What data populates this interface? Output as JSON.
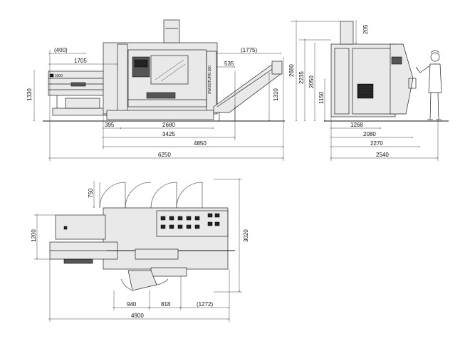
{
  "side_view": {
    "dims": {
      "d400": "(400)",
      "d1705": "1705",
      "d1775": "(1775)",
      "d535": "535",
      "d1330": "1330",
      "d1310": "1310",
      "d395": "395",
      "d2680": "2680",
      "d3425": "3425",
      "d4850": "4850",
      "d6250": "6250"
    },
    "machine_label": "SWISSTURN 180",
    "bar_label": "B 1000"
  },
  "end_view": {
    "dims": {
      "d205": "205",
      "d2680": "2680",
      "d2235": "2235",
      "d2050": "2050",
      "d1150": "1150",
      "d1268": "1268",
      "d2080": "2080",
      "d2270": "2270",
      "d2540": "2540"
    }
  },
  "plan_view": {
    "dims": {
      "d750": "750",
      "d1200": "1200",
      "d3020": "3020",
      "d940": "940",
      "d818": "818",
      "d1272": "(1272)",
      "d4900": "4900"
    }
  }
}
